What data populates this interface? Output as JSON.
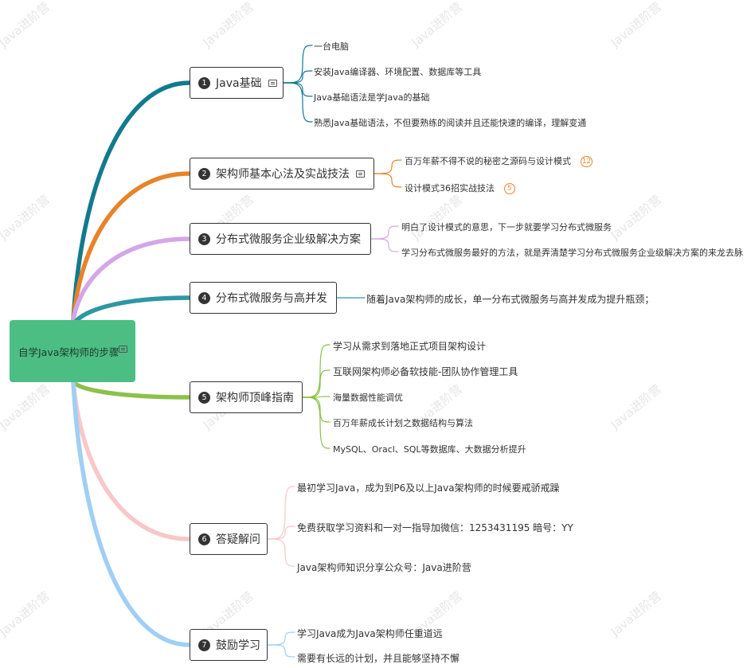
{
  "watermark": "Java进阶营",
  "root": {
    "title": "自学Java架构师的步骤"
  },
  "branches": [
    {
      "num": "1",
      "title": "Java基础",
      "color": "#127a8e",
      "children": [
        {
          "text": "一台电脑"
        },
        {
          "text": "安装Java编译器、环境配置、数据库等工具"
        },
        {
          "text": "Java基础语法是学Java的基础"
        },
        {
          "text": "熟悉Java基础语法，不但要熟练的阅读并且还能快速的编译，理解变通"
        }
      ]
    },
    {
      "num": "2",
      "title": "架构师基本心法及实战技法",
      "color": "#e8832a",
      "children": [
        {
          "text": "百万年薪不得不说的秘密之源码与设计模式",
          "badge": "12"
        },
        {
          "text": "设计模式36招实战技法",
          "badge": "5"
        }
      ]
    },
    {
      "num": "3",
      "title": "分布式微服务企业级解决方案",
      "color": "#d4a6e8",
      "children": [
        {
          "text": "明白了设计模式的意思，下一步就要学习分布式微服务"
        },
        {
          "text": "学习分布式微服务最好的方法，就是弄清楚学习分布式微服务企业级解决方案的来龙去脉"
        }
      ]
    },
    {
      "num": "4",
      "title": "分布式微服务与高并发",
      "color": "#2e97a3",
      "children": [
        {
          "text": "随着Java架构师的成长，单一分布式微服务与高并发成为提升瓶颈；"
        }
      ]
    },
    {
      "num": "5",
      "title": "架构师顶峰指南",
      "color": "#8cc04a",
      "children": [
        {
          "text": "学习从需求到落地正式项目架构设计"
        },
        {
          "text": "互联网架构师必备软技能-团队协作管理工具"
        },
        {
          "text": "海量数据性能调优"
        },
        {
          "text": "百万年薪成长计划之数据结构与算法"
        },
        {
          "text": "MySQL、Oracl、SQL等数据库、大数据分析提升"
        }
      ]
    },
    {
      "num": "6",
      "title": "答疑解问",
      "color": "#f9c7c7",
      "children": [
        {
          "text": "最初学习Java，成为到P6及以上Java架构师的时候要戒骄戒躁"
        },
        {
          "text": "免费获取学习资料和一对一指导加微信：1253431195    暗号：YY"
        },
        {
          "text": "Java架构师知识分享公众号：Java进阶营"
        }
      ]
    },
    {
      "num": "7",
      "title": "鼓励学习",
      "color": "#9fcff5",
      "children": [
        {
          "text": "学习Java成为Java架构师任重道远"
        },
        {
          "text": "需要有长远的计划，并且能够坚持不懈"
        }
      ]
    }
  ]
}
